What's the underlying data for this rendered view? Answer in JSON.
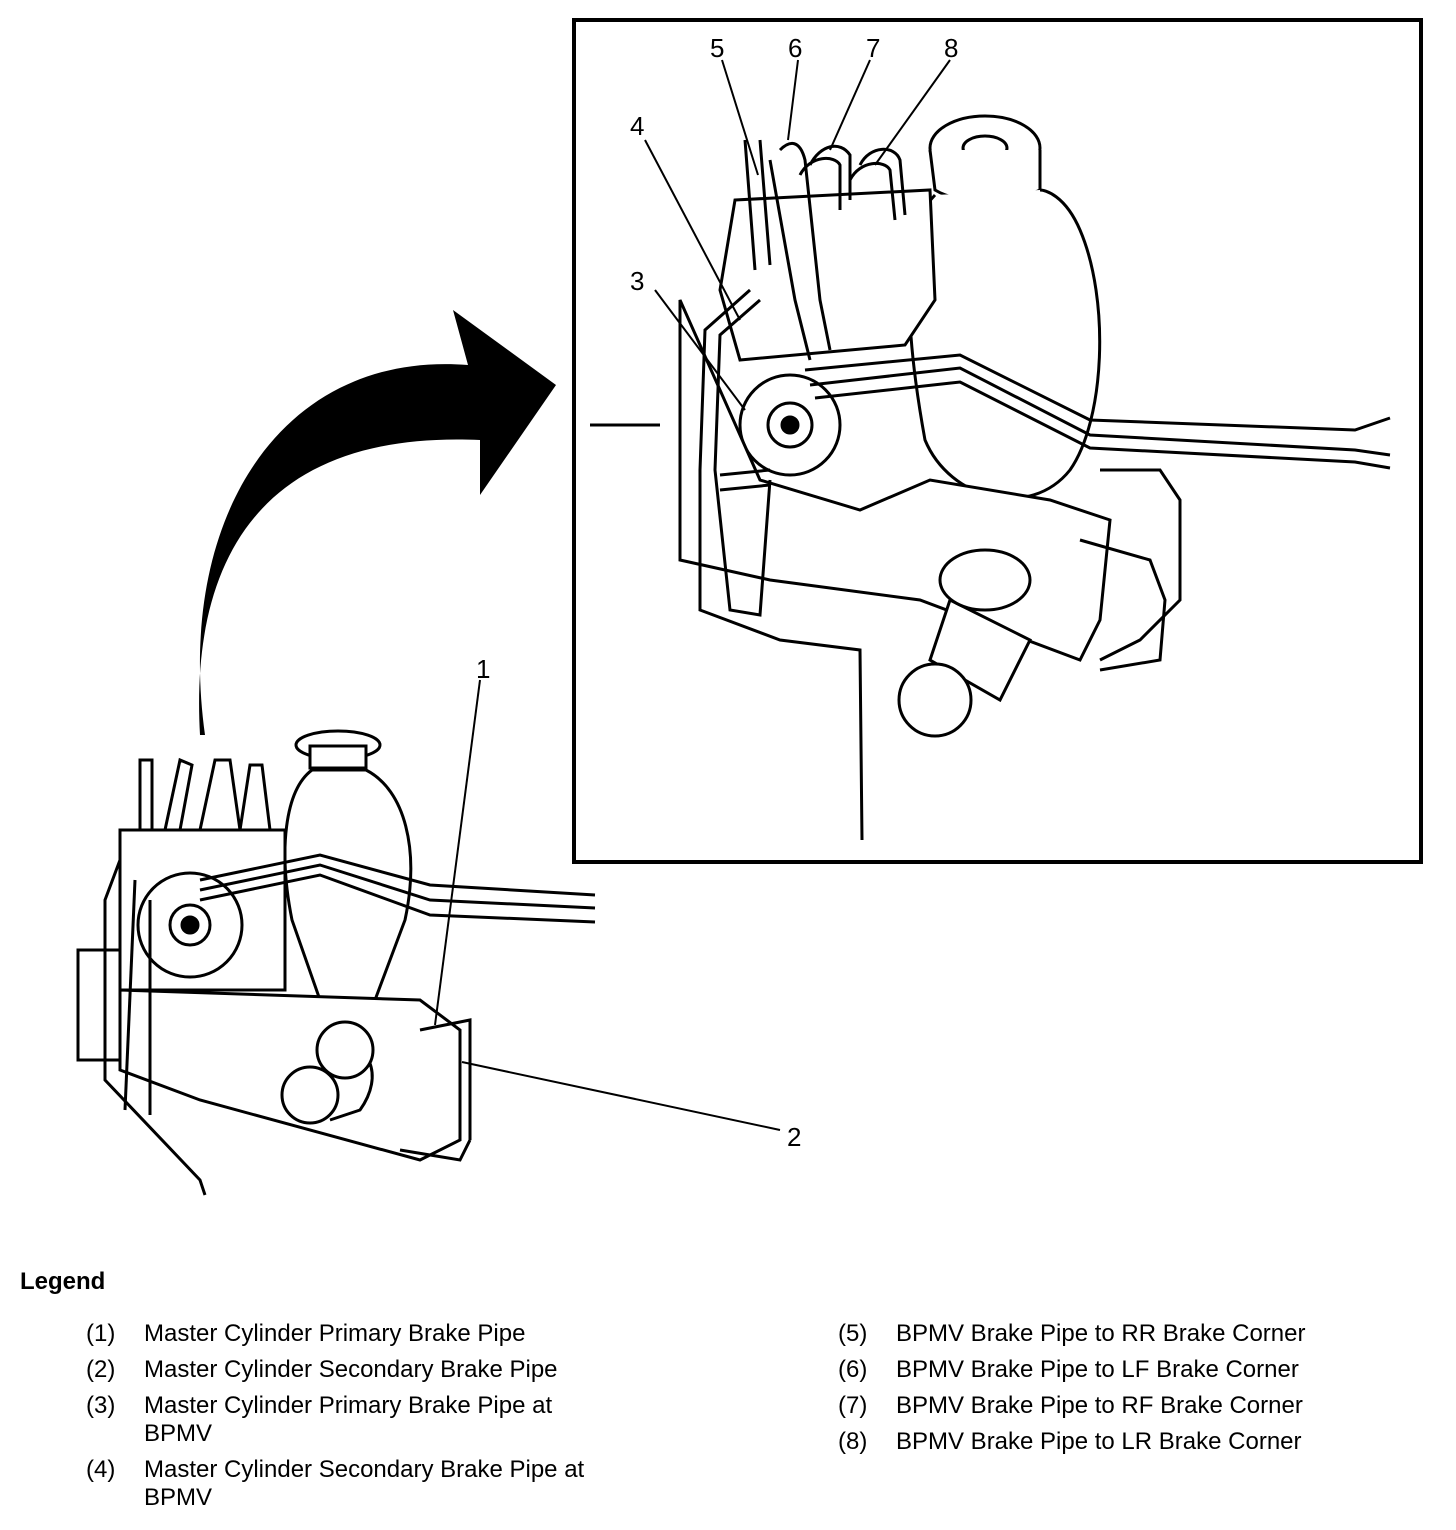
{
  "callouts": {
    "c1": "1",
    "c2": "2",
    "c3": "3",
    "c4": "4",
    "c5": "5",
    "c6": "6",
    "c7": "7",
    "c8": "8"
  },
  "legend": {
    "title": "Legend",
    "items": [
      {
        "num": "(1)",
        "text": "Master Cylinder Primary Brake Pipe"
      },
      {
        "num": "(2)",
        "text": "Master Cylinder Secondary Brake Pipe"
      },
      {
        "num": "(3)",
        "text": "Master Cylinder Primary Brake Pipe at BPMV"
      },
      {
        "num": "(4)",
        "text": "Master Cylinder Secondary Brake Pipe at BPMV"
      },
      {
        "num": "(5)",
        "text": "BPMV Brake Pipe to RR Brake Corner"
      },
      {
        "num": "(6)",
        "text": "BPMV Brake Pipe to LF Brake Corner"
      },
      {
        "num": "(7)",
        "text": "BPMV Brake Pipe to RF Brake Corner"
      },
      {
        "num": "(8)",
        "text": "BPMV Brake Pipe to LR Brake Corner"
      }
    ]
  }
}
